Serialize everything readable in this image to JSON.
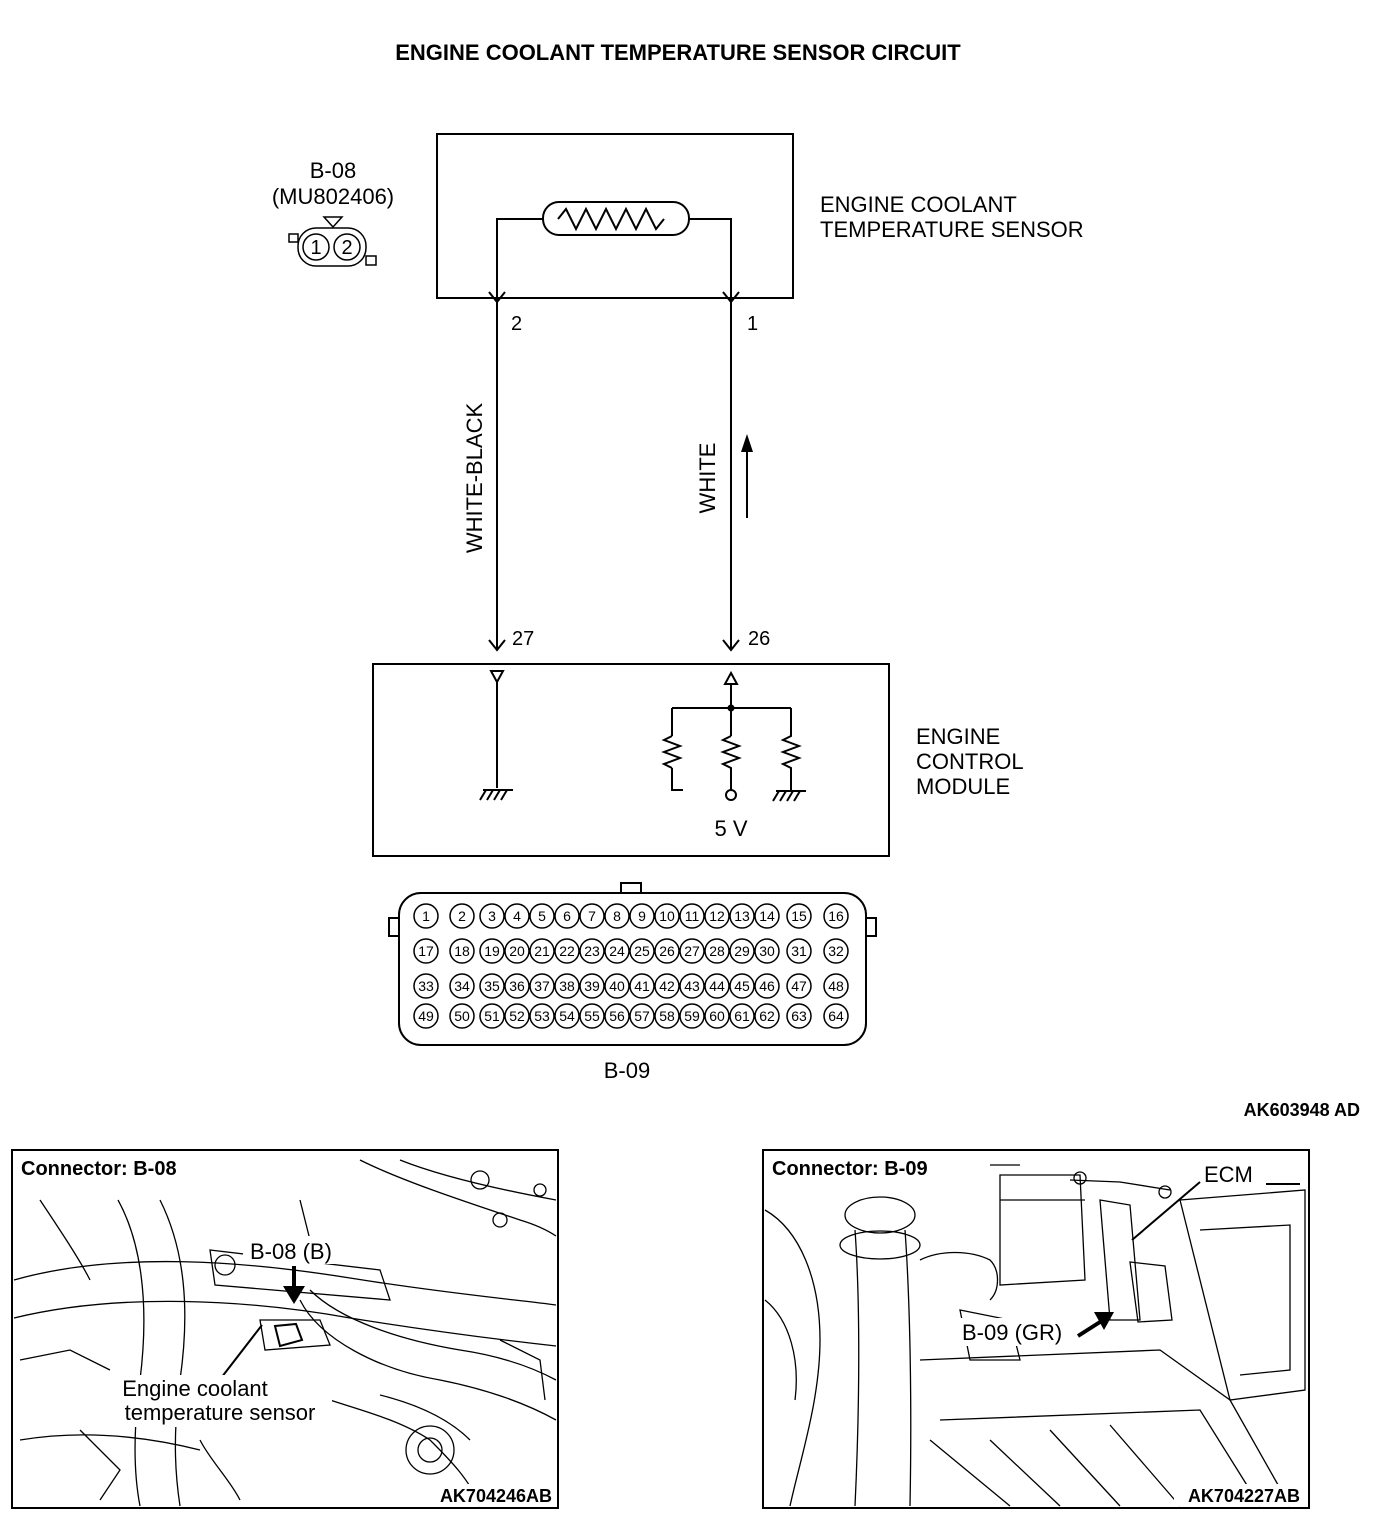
{
  "title": "ENGINE COOLANT TEMPERATURE SENSOR CIRCUIT",
  "sensor_connector": {
    "id": "B-08",
    "part": "(MU802406)",
    "pins": [
      "1",
      "2"
    ]
  },
  "sensor": {
    "label_line1": "ENGINE COOLANT",
    "label_line2": "TEMPERATURE SENSOR",
    "pin_left": "2",
    "pin_right": "1"
  },
  "wires": {
    "left_color": "WHITE-BLACK",
    "right_color": "WHITE"
  },
  "ecm": {
    "label_line1": "ENGINE",
    "label_line2": "CONTROL",
    "label_line3": "MODULE",
    "pin_left": "27",
    "pin_right": "26",
    "voltage": "5 V"
  },
  "ecm_connector": {
    "id": "B-09",
    "rows": [
      [
        "1",
        "2",
        "3",
        "4",
        "5",
        "6",
        "7",
        "8",
        "9",
        "10",
        "11",
        "12",
        "13",
        "14",
        "15",
        "16"
      ],
      [
        "17",
        "18",
        "19",
        "20",
        "21",
        "22",
        "23",
        "24",
        "25",
        "26",
        "27",
        "28",
        "29",
        "30",
        "31",
        "32"
      ],
      [
        "33",
        "34",
        "35",
        "36",
        "37",
        "38",
        "39",
        "40",
        "41",
        "42",
        "43",
        "44",
        "45",
        "46",
        "47",
        "48"
      ],
      [
        "49",
        "50",
        "51",
        "52",
        "53",
        "54",
        "55",
        "56",
        "57",
        "58",
        "59",
        "60",
        "61",
        "62",
        "63",
        "64"
      ]
    ]
  },
  "figure_code": "AK603948 AD",
  "photo_left": {
    "heading": "Connector: B-08",
    "callout": "B-08 (B)",
    "caption_line1": "Engine coolant",
    "caption_line2": "temperature sensor",
    "code": "AK704246AB"
  },
  "photo_right": {
    "heading": "Connector: B-09",
    "callout_ecm": "ECM",
    "callout": "B-09 (GR)",
    "code": "AK704227AB"
  }
}
